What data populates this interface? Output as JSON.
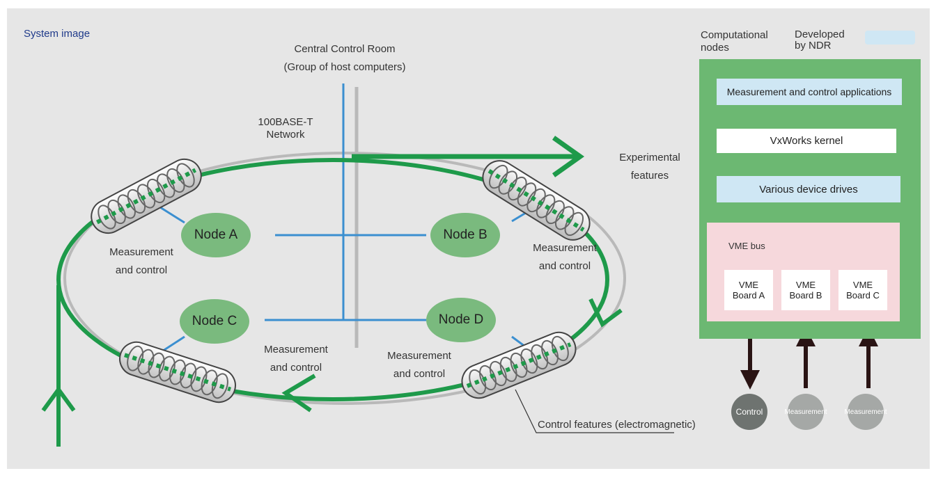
{
  "title": "System image",
  "control_room": {
    "line1": "Central Control Room",
    "line2": "(Group of host computers)"
  },
  "network": {
    "line1": "100BASE-T",
    "line2": "Network"
  },
  "experimental": {
    "line1": "Experimental",
    "line2": "features"
  },
  "nodes": [
    "Node A",
    "Node B",
    "Node C",
    "Node D"
  ],
  "measurement_labels": [
    {
      "line1": "Measurement",
      "line2": "and control"
    },
    {
      "line1": "Measurement",
      "line2": "and control"
    },
    {
      "line1": "Measurement",
      "line2": "and control"
    },
    {
      "line1": "Measurement",
      "line2": "and control"
    }
  ],
  "control_features_label": "Control features (electromagnetic)",
  "legend": {
    "computational": {
      "line1": "Computational",
      "line2": "nodes"
    },
    "ndr": {
      "line1": "Developed",
      "line2": "by NDR"
    }
  },
  "layers": {
    "apps": "Measurement and control applications",
    "kernel": "VxWorks kernel",
    "drivers": "Various device drives"
  },
  "vme": {
    "bus_label": "VME bus",
    "boards": [
      {
        "line1": "VME",
        "line2": "Board A"
      },
      {
        "line1": "VME",
        "line2": "Board B"
      },
      {
        "line1": "VME",
        "line2": "Board C"
      }
    ]
  },
  "io": [
    "Control",
    "Measurement",
    "Measurement"
  ],
  "colors": {
    "ring": "#1e9a4a",
    "network": "#3b8fd0",
    "node": "#7aba7e",
    "computational": "#6cb872",
    "ndr": "#cfe7f4",
    "vme": "#f6d8dc"
  }
}
